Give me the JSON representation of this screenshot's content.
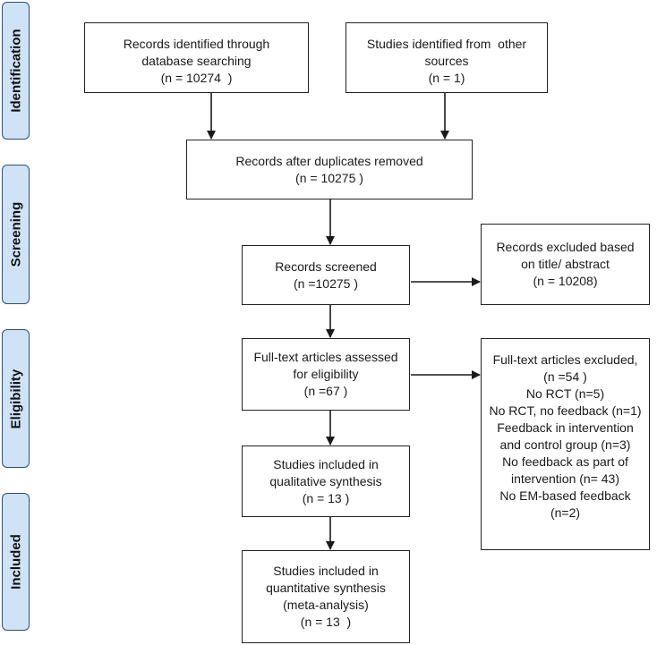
{
  "phases": {
    "identification": "Identification",
    "screening": "Screening",
    "eligibility": "Eligibility",
    "included": "Included"
  },
  "boxes": {
    "database": {
      "line1": "Records identified through",
      "line2": "database searching",
      "line3": "(n = 10274  )"
    },
    "other": {
      "line1": "Studies identified from  other",
      "line2": "sources",
      "line3": "(n = 1)"
    },
    "duplicates": {
      "line1": "Records after duplicates removed",
      "line2": "(n = 10275 )"
    },
    "screened": {
      "line1": "Records screened",
      "line2": "(n =10275 )"
    },
    "excluded_title": {
      "line1": "Records excluded based",
      "line2": "on title/ abstract",
      "line3": "(n = 10208)"
    },
    "fulltext": {
      "line1": "Full-text articles assessed",
      "line2": "for eligibility",
      "line3": "(n =67 )"
    },
    "excluded_fulltext": {
      "line1": "Full-text articles excluded,",
      "line2": "(n =54 )",
      "line3": "No RCT (n=5)",
      "line4": "No RCT, no feedback (n=1)",
      "line5": "Feedback in intervention",
      "line6": "and control group (n=3)",
      "line7": "No feedback as part of",
      "line8": "intervention (n= 43)",
      "line9": "No EM-based feedback",
      "line10": "(n=2)"
    },
    "qualitative": {
      "line1": "Studies included in",
      "line2": "qualitative synthesis",
      "line3": "(n = 13 )"
    },
    "quantitative": {
      "line1": "Studies included in",
      "line2": "quantitative synthesis",
      "line3": "(meta-analysis)",
      "line4": "(n = 13  )"
    }
  }
}
